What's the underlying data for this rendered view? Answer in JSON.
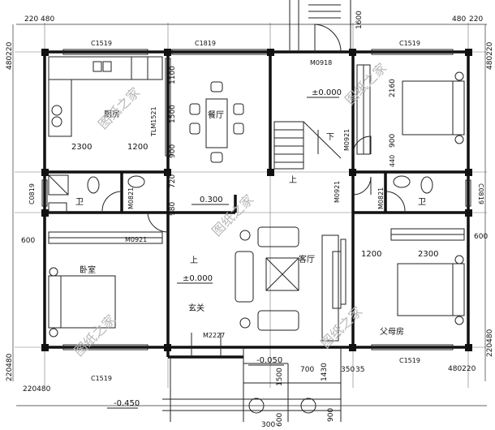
{
  "watermark": "图纸之家",
  "rooms": {
    "kitchen": "厨房",
    "dining": "餐厅",
    "bath_left": "卫",
    "bath_right": "卫",
    "bedroom_left": "卧室",
    "living": "客厅",
    "foyer": "玄关",
    "parents_room": "父母房",
    "down": "下",
    "up_stair": "上",
    "up_foyer": "上"
  },
  "levels": {
    "top": "±0.000",
    "foyer": "±0.000",
    "mid": "0.300",
    "porch": "-0.050",
    "outside": "-0.450"
  },
  "openings": {
    "c1519_top_left": "C1519",
    "c1819": "C1819",
    "c1519_top_right": "C1519",
    "m0918": "M0918",
    "tlm1521": "TLM1521",
    "m0921_stair": "M0921",
    "m0921_right": "M0921",
    "m0821_left": "M0821",
    "m0821_right": "M0821",
    "m0921_bed": "M0921",
    "c0819_left": "C0819",
    "c0819_right": "C0819",
    "m2227": "M2227",
    "c1519_bottom_left": "C1519",
    "c1519_bottom_right": "C1519"
  },
  "dims": {
    "top_220": "220",
    "top_480": "480",
    "top_1600": "1600",
    "top_r480": "480",
    "top_r220": "220",
    "left_480220": "480220",
    "right_480220": "480220",
    "d1100": "1100",
    "d1500": "1500",
    "d900": "900",
    "d720": "720",
    "d980": "980",
    "d2300": "2300",
    "d1200": "1200",
    "d2160": "2160",
    "d900r": "900",
    "d440": "440",
    "d600_left": "600",
    "d600_right": "600",
    "d1200_right": "1200",
    "d2300_right": "2300",
    "bot_220480": "220480",
    "bot_220480b": "220480",
    "bot_r220480": "220480",
    "bot_r480220": "480220",
    "d700": "700",
    "d1430": "1430",
    "d350": "350",
    "d1500b": "1500",
    "d900b": "900",
    "d300": "300",
    "d600b": "600",
    "d35": "35"
  }
}
